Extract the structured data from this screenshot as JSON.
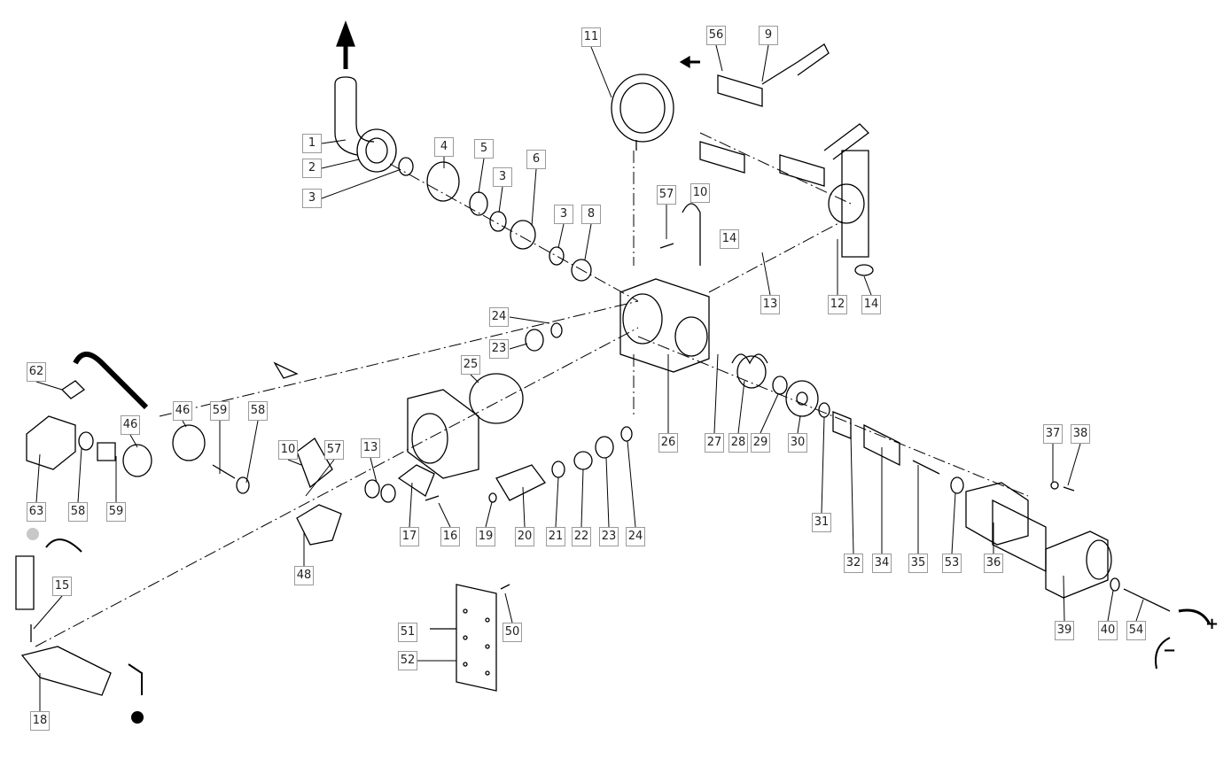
{
  "diagram": {
    "type": "exploded parts diagram",
    "callouts": [
      "1",
      "2",
      "3",
      "4",
      "5",
      "3",
      "6",
      "3",
      "8",
      "11",
      "56",
      "9",
      "57",
      "10",
      "14",
      "13",
      "12",
      "14",
      "24",
      "23",
      "25",
      "26",
      "27",
      "28",
      "29",
      "30",
      "31",
      "32",
      "34",
      "35",
      "53",
      "36",
      "37",
      "38",
      "39",
      "40",
      "54",
      "62",
      "46",
      "59",
      "58",
      "46",
      "63",
      "58",
      "59",
      "10",
      "57",
      "13",
      "17",
      "16",
      "19",
      "20",
      "21",
      "22",
      "23",
      "24",
      "48",
      "15",
      "18",
      "51",
      "52",
      "50"
    ],
    "symbols": {
      "plus": "+",
      "minus": "−"
    },
    "colors": {
      "line": "#000000",
      "callout_border": "#9a9a9a",
      "marker_gray": "#c8c8c8"
    }
  }
}
